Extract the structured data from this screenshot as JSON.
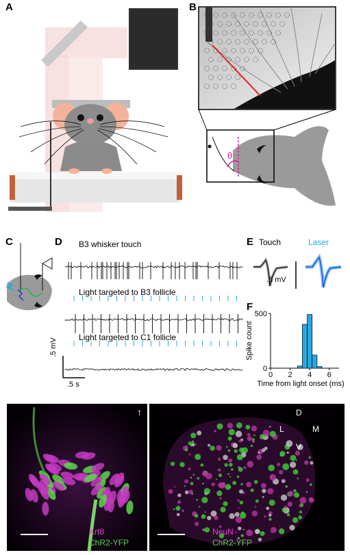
{
  "panels": {
    "A": {
      "letter": "A"
    },
    "B": {
      "letter": "B",
      "angle_symbol": "θ"
    },
    "C": {
      "letter": "C"
    },
    "D": {
      "letter": "D",
      "trace_titles": [
        "B3 whisker touch",
        "Light targeted to B3 follicle",
        "Light targeted to C1 follicle"
      ],
      "scale_y": ".5 mV",
      "scale_x": ".5 s"
    },
    "E": {
      "letter": "E",
      "touch_label": "Touch",
      "laser_label": "Laser",
      "scale_label": ".5 mV"
    },
    "F": {
      "letter": "F"
    },
    "G": {
      "stain1": "Krt8",
      "stain2": "ChR2-YFP",
      "arrow": "↑"
    },
    "H": {
      "stain1": "NeuN",
      "stain2": "ChR2-YFP",
      "orient_d": "D",
      "orient_l": "L",
      "orient_m": "M",
      "orient_v": "V"
    }
  },
  "chart_data": {
    "type": "bar",
    "xlabel": "Time from light onset (ms)",
    "ylabel": "Spike count",
    "xlim": [
      0,
      7
    ],
    "ylim": [
      0,
      500
    ],
    "xticks": [
      "0",
      "2",
      "4",
      "6"
    ],
    "yticks": [
      "0",
      "500"
    ],
    "bins": [
      {
        "x0": 2.75,
        "x1": 3.25,
        "count": 20
      },
      {
        "x0": 3.25,
        "x1": 3.75,
        "count": 400
      },
      {
        "x0": 3.75,
        "x1": 4.25,
        "count": 490
      },
      {
        "x0": 4.25,
        "x1": 4.75,
        "count": 120
      },
      {
        "x0": 4.75,
        "x1": 5.25,
        "count": 15
      }
    ],
    "color": "#29a8e0"
  }
}
